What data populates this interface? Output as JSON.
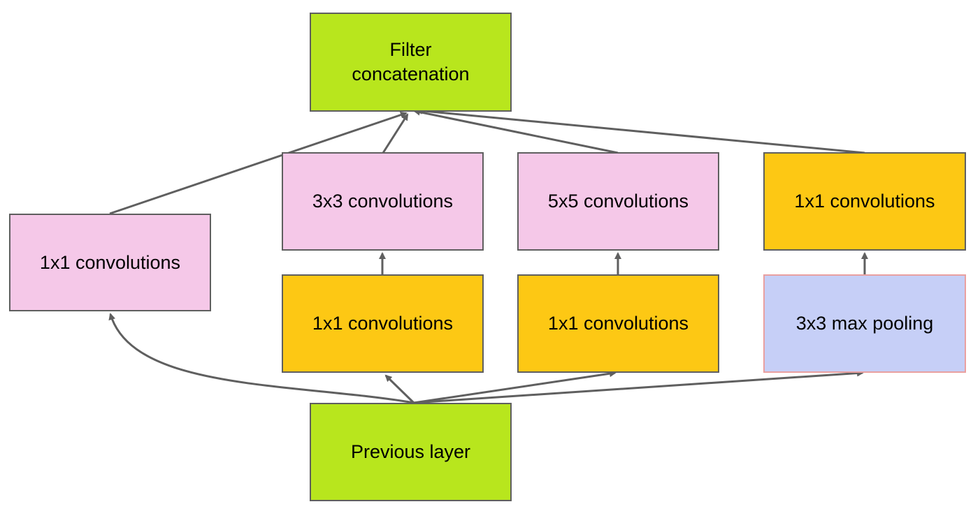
{
  "colors": {
    "green": "#b8e61d",
    "pink": "#f5c8e8",
    "orange": "#fdc814",
    "lavender": "#c6cff7",
    "pooling_border": "#e9a0a0",
    "edge": "#5f5f5f"
  },
  "nodes": {
    "filter_concat": {
      "label": "Filter\nconcatenation",
      "fill": "green"
    },
    "conv1x1_direct": {
      "label": "1x1 convolutions",
      "fill": "pink"
    },
    "conv3x3": {
      "label": "3x3 convolutions",
      "fill": "pink"
    },
    "conv5x5": {
      "label": "5x5 convolutions",
      "fill": "pink"
    },
    "conv1x1_after_pool": {
      "label": "1x1 convolutions",
      "fill": "orange"
    },
    "conv1x1_reduce_a": {
      "label": "1x1 convolutions",
      "fill": "orange"
    },
    "conv1x1_reduce_b": {
      "label": "1x1 convolutions",
      "fill": "orange"
    },
    "max_pool": {
      "label": "3x3 max pooling",
      "fill": "lavender"
    },
    "previous_layer": {
      "label": "Previous layer",
      "fill": "green"
    }
  },
  "edges": [
    {
      "from": "previous_layer",
      "to": "conv1x1_direct"
    },
    {
      "from": "previous_layer",
      "to": "conv1x1_reduce_a"
    },
    {
      "from": "previous_layer",
      "to": "conv1x1_reduce_b"
    },
    {
      "from": "previous_layer",
      "to": "max_pool"
    },
    {
      "from": "conv1x1_reduce_a",
      "to": "conv3x3"
    },
    {
      "from": "conv1x1_reduce_b",
      "to": "conv5x5"
    },
    {
      "from": "max_pool",
      "to": "conv1x1_after_pool"
    },
    {
      "from": "conv1x1_direct",
      "to": "filter_concat"
    },
    {
      "from": "conv3x3",
      "to": "filter_concat"
    },
    {
      "from": "conv5x5",
      "to": "filter_concat"
    },
    {
      "from": "conv1x1_after_pool",
      "to": "filter_concat"
    }
  ]
}
